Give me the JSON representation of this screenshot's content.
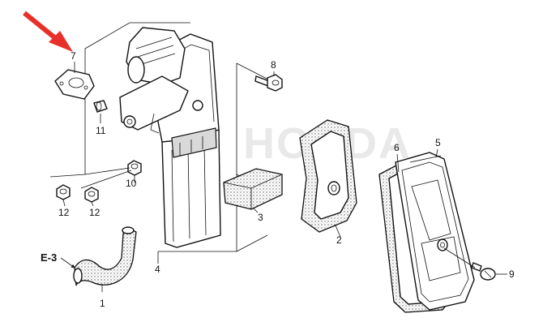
{
  "watermark": "HONDA",
  "arrow_color": "#e8302a",
  "callout": {
    "label": "E-3"
  },
  "parts": [
    {
      "key": "p1",
      "number": "1"
    },
    {
      "key": "p2",
      "number": "2"
    },
    {
      "key": "p3",
      "number": "3"
    },
    {
      "key": "p4",
      "number": "4"
    },
    {
      "key": "p5",
      "number": "5"
    },
    {
      "key": "p6",
      "number": "6"
    },
    {
      "key": "p7",
      "number": "7"
    },
    {
      "key": "p8",
      "number": "8"
    },
    {
      "key": "p9",
      "number": "9"
    },
    {
      "key": "p10",
      "number": "10"
    },
    {
      "key": "p11",
      "number": "11"
    },
    {
      "key": "p12a",
      "number": "12"
    },
    {
      "key": "p12b",
      "number": "12"
    }
  ]
}
